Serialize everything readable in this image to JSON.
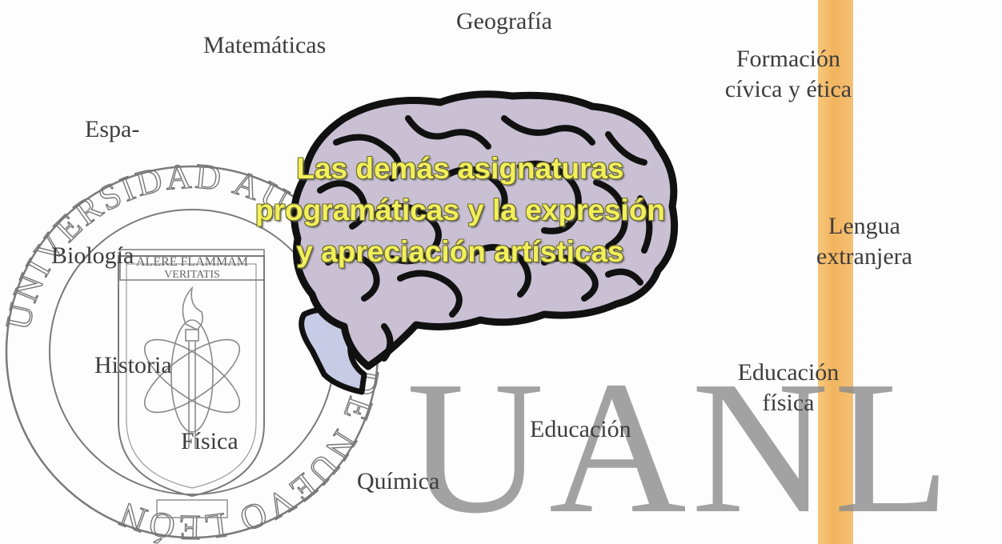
{
  "subjects": {
    "geografia": "Geografía",
    "matematicas": "Matemáticas",
    "formacion_1": "Formación",
    "formacion_2": "cívica y ética",
    "espanol": "Espa-",
    "biologia": "Biología",
    "lengua_1": "Lengua",
    "lengua_2": "extranjera",
    "historia": "Historia",
    "educacion_fisica_1": "Educación",
    "educacion_fisica_2": "física",
    "fisica": "Física",
    "educacion": "Educación",
    "quimica": "Química"
  },
  "center_text": {
    "line1": "Las demás asignaturas",
    "line2": "programáticas y la expresión",
    "line3": "y apreciación artísticas"
  },
  "watermark": {
    "letters": "UANL",
    "seal_ring": "UNIVERSIDAD AUTÓNOMA DE NUEVO LEÓN",
    "motto_1": "ALERE FLAMMAM",
    "motto_2": "VERITATIS"
  },
  "colors": {
    "stripe": "#f2b45e",
    "center_text": "#f2ef5c",
    "brain_fill": "#c9c0d4",
    "watermark": "#8c8c8c"
  }
}
